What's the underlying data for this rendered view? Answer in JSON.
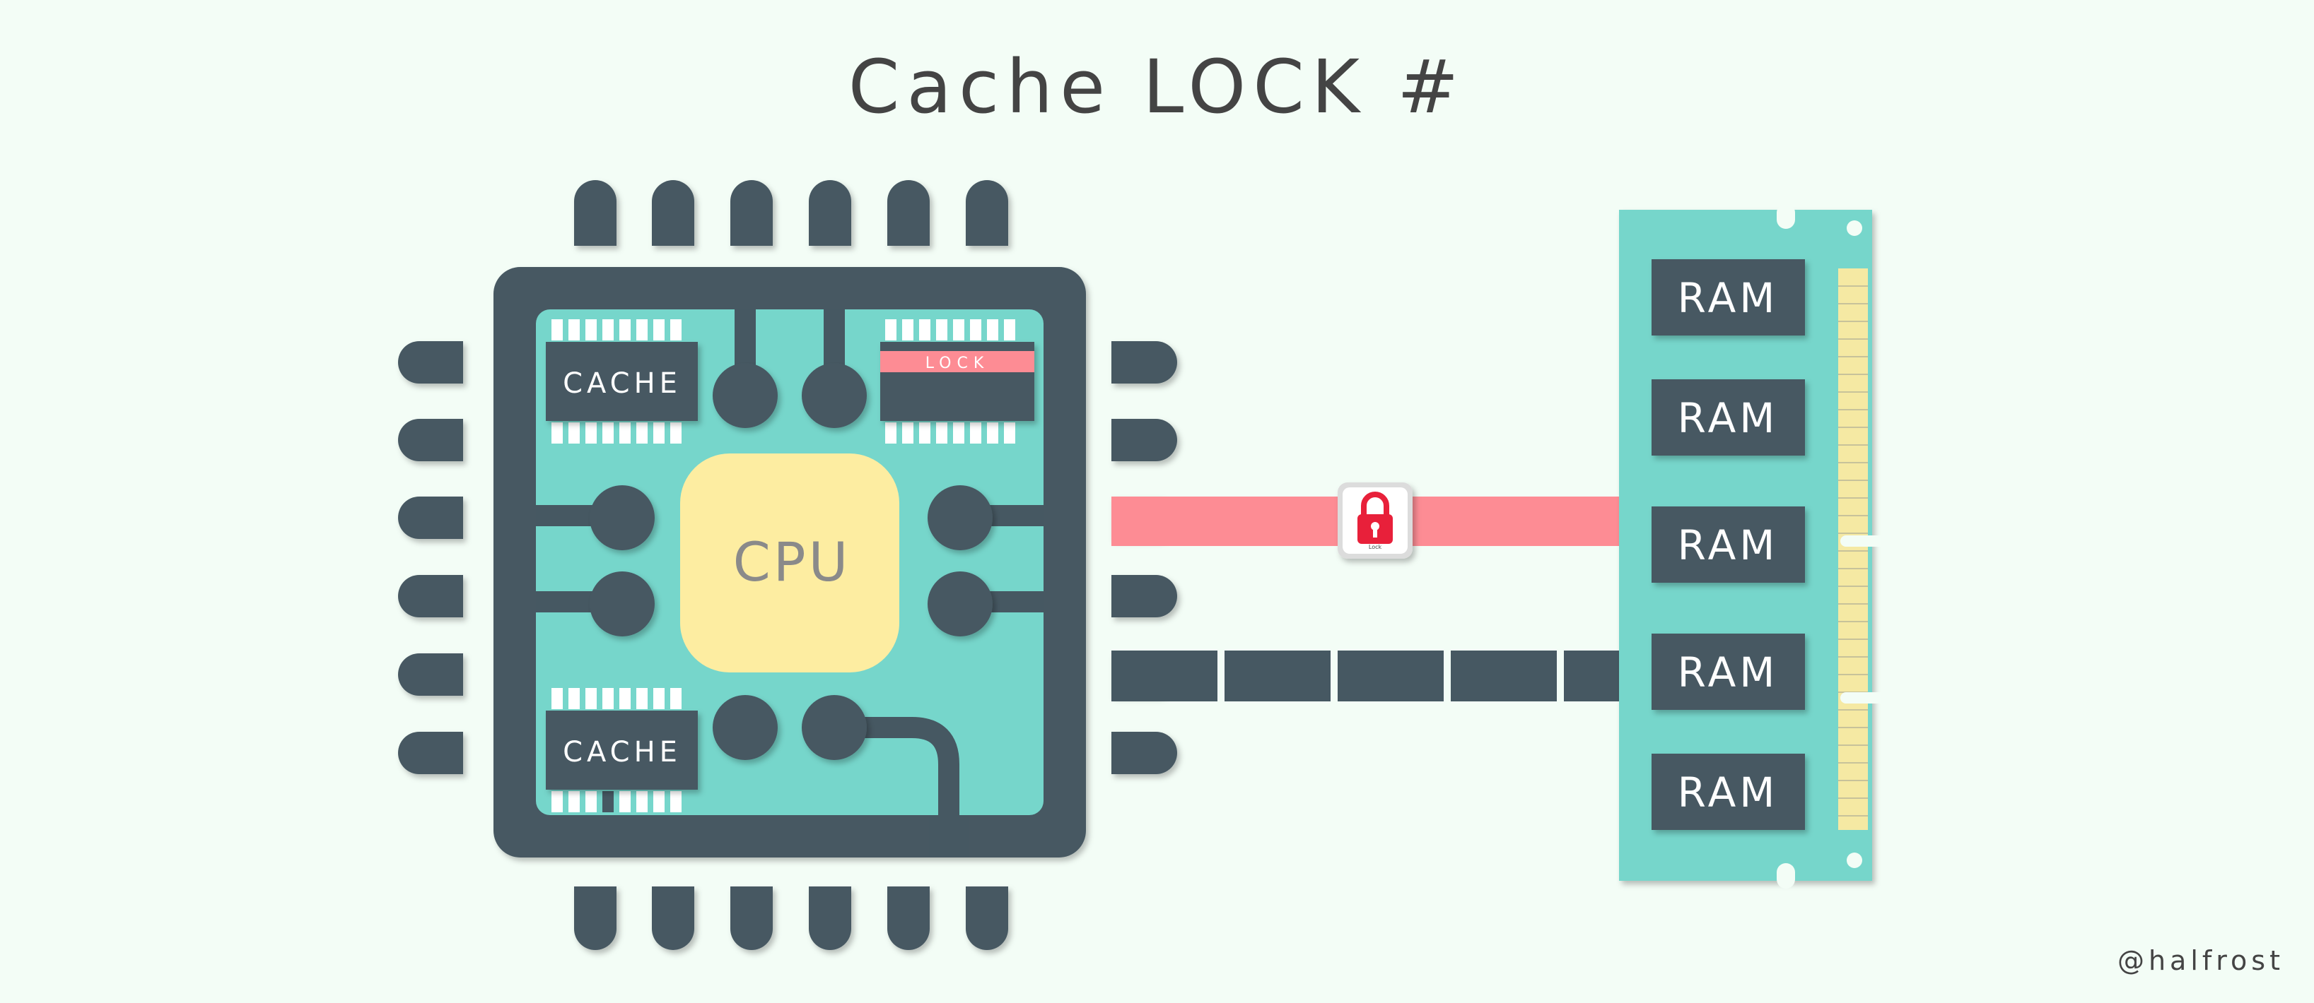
{
  "title": "Cache LOCK #",
  "credit": "@halfrost",
  "cpu": {
    "label": "CPU"
  },
  "caches": [
    {
      "label": "CACHE"
    },
    {
      "label": "CACHE"
    }
  ],
  "locked_cache": {
    "label": "LOCK"
  },
  "lock_icon": {
    "caption": "Lock"
  },
  "ram_modules": [
    {
      "label": "RAM"
    },
    {
      "label": "RAM"
    },
    {
      "label": "RAM"
    },
    {
      "label": "RAM"
    },
    {
      "label": "RAM"
    }
  ],
  "colors": {
    "background": "#f3fdf6",
    "chip": "#465862",
    "board": "#76d6cb",
    "cpu_core": "#fdeda1",
    "lock_bus": "#fd8c94",
    "lock_icon": "#e8203a",
    "gold_pins": "#f5e9a3",
    "text_dark": "#444444"
  }
}
